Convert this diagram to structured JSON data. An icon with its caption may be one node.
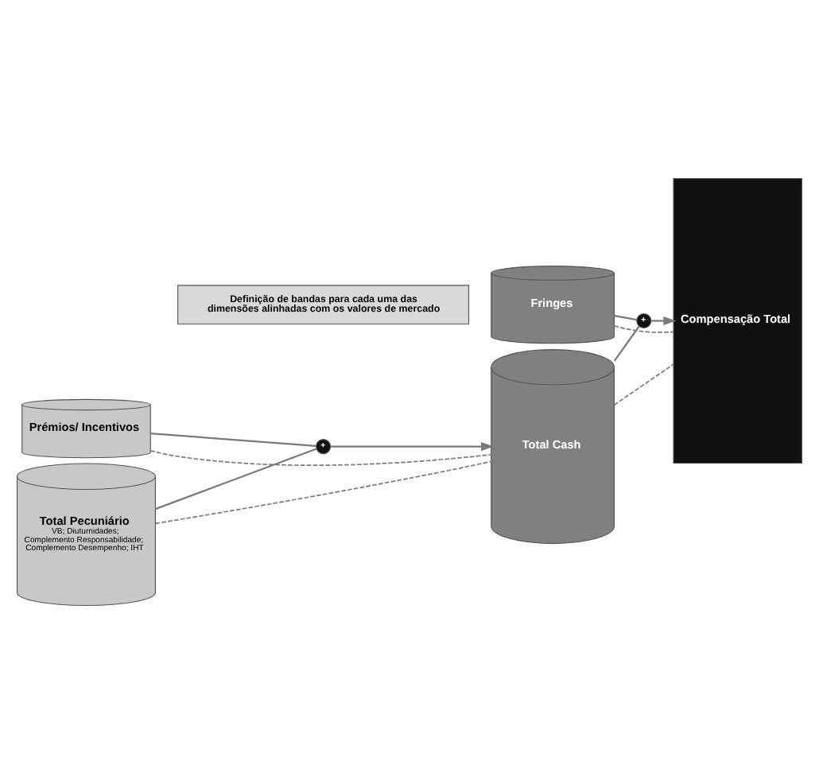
{
  "diagram": {
    "nodes": [
      {
        "text": [
          "Definição de bandas para cada uma das dimensões alinhadas com os valores de mercado"
        ]
      },
      {
        "text": [
          "Prémios/ Incentivos"
        ]
      },
      {
        "text": [
          "Total Pecuniário",
          "VB; Diuturnidades; Complemento Responsabilidade; Complemento Desempenho; IHT"
        ]
      },
      {
        "text": [
          "+"
        ]
      },
      {
        "text": [
          "Fringes"
        ]
      },
      {
        "text": [
          "Total Cash"
        ]
      },
      {
        "text": [
          "+"
        ]
      },
      {
        "text": [
          "Compensação Total"
        ]
      }
    ],
    "edges": [
      {
        "from": 1,
        "to": 3,
        "arrow": "none"
      },
      {
        "from": 2,
        "to": 3,
        "arrow": "none"
      },
      {
        "from": 3,
        "to": 5,
        "arrow": "to"
      },
      {
        "from": 4,
        "to": 6,
        "arrow": "none"
      },
      {
        "from": 5,
        "to": 6,
        "arrow": "none"
      },
      {
        "from": 6,
        "to": 7,
        "arrow": "to"
      },
      {
        "from": 1,
        "to": 5,
        "arrow": "none",
        "style": "dashed"
      },
      {
        "from": 2,
        "to": 5,
        "arrow": "none",
        "style": "dashed"
      },
      {
        "from": 4,
        "to": 7,
        "arrow": "none",
        "style": "dashed"
      },
      {
        "from": 5,
        "to": 7,
        "arrow": "none",
        "style": "dashed"
      }
    ]
  }
}
